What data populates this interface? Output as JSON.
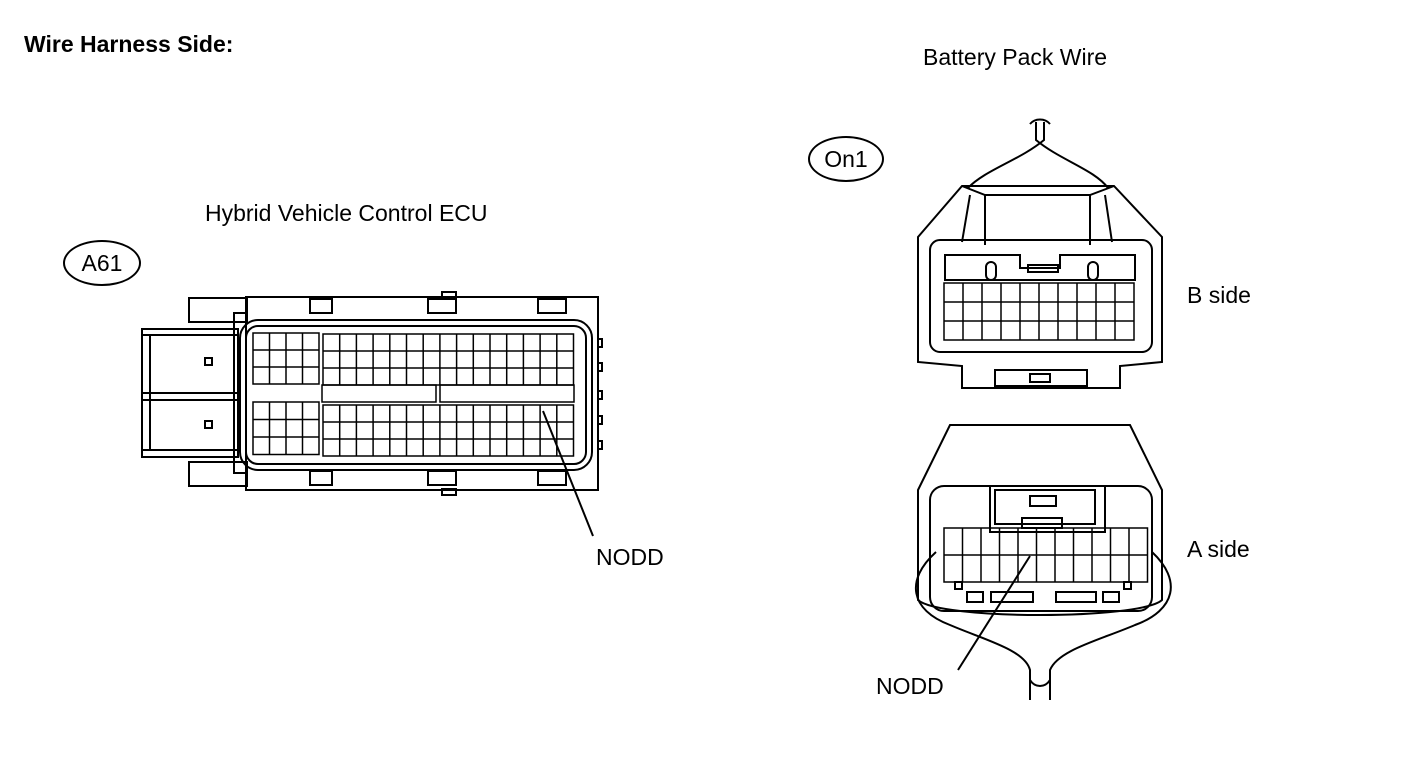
{
  "heading": "Wire Harness Side:",
  "ecu_connector": {
    "title": "Hybrid Vehicle Control ECU",
    "code": "A61",
    "pin_label": "NODD"
  },
  "battery_connector": {
    "title": "Battery Pack Wire",
    "code": "On1",
    "b_side_label": "B side",
    "a_side_label": "A side",
    "pin_label": "NODD"
  }
}
